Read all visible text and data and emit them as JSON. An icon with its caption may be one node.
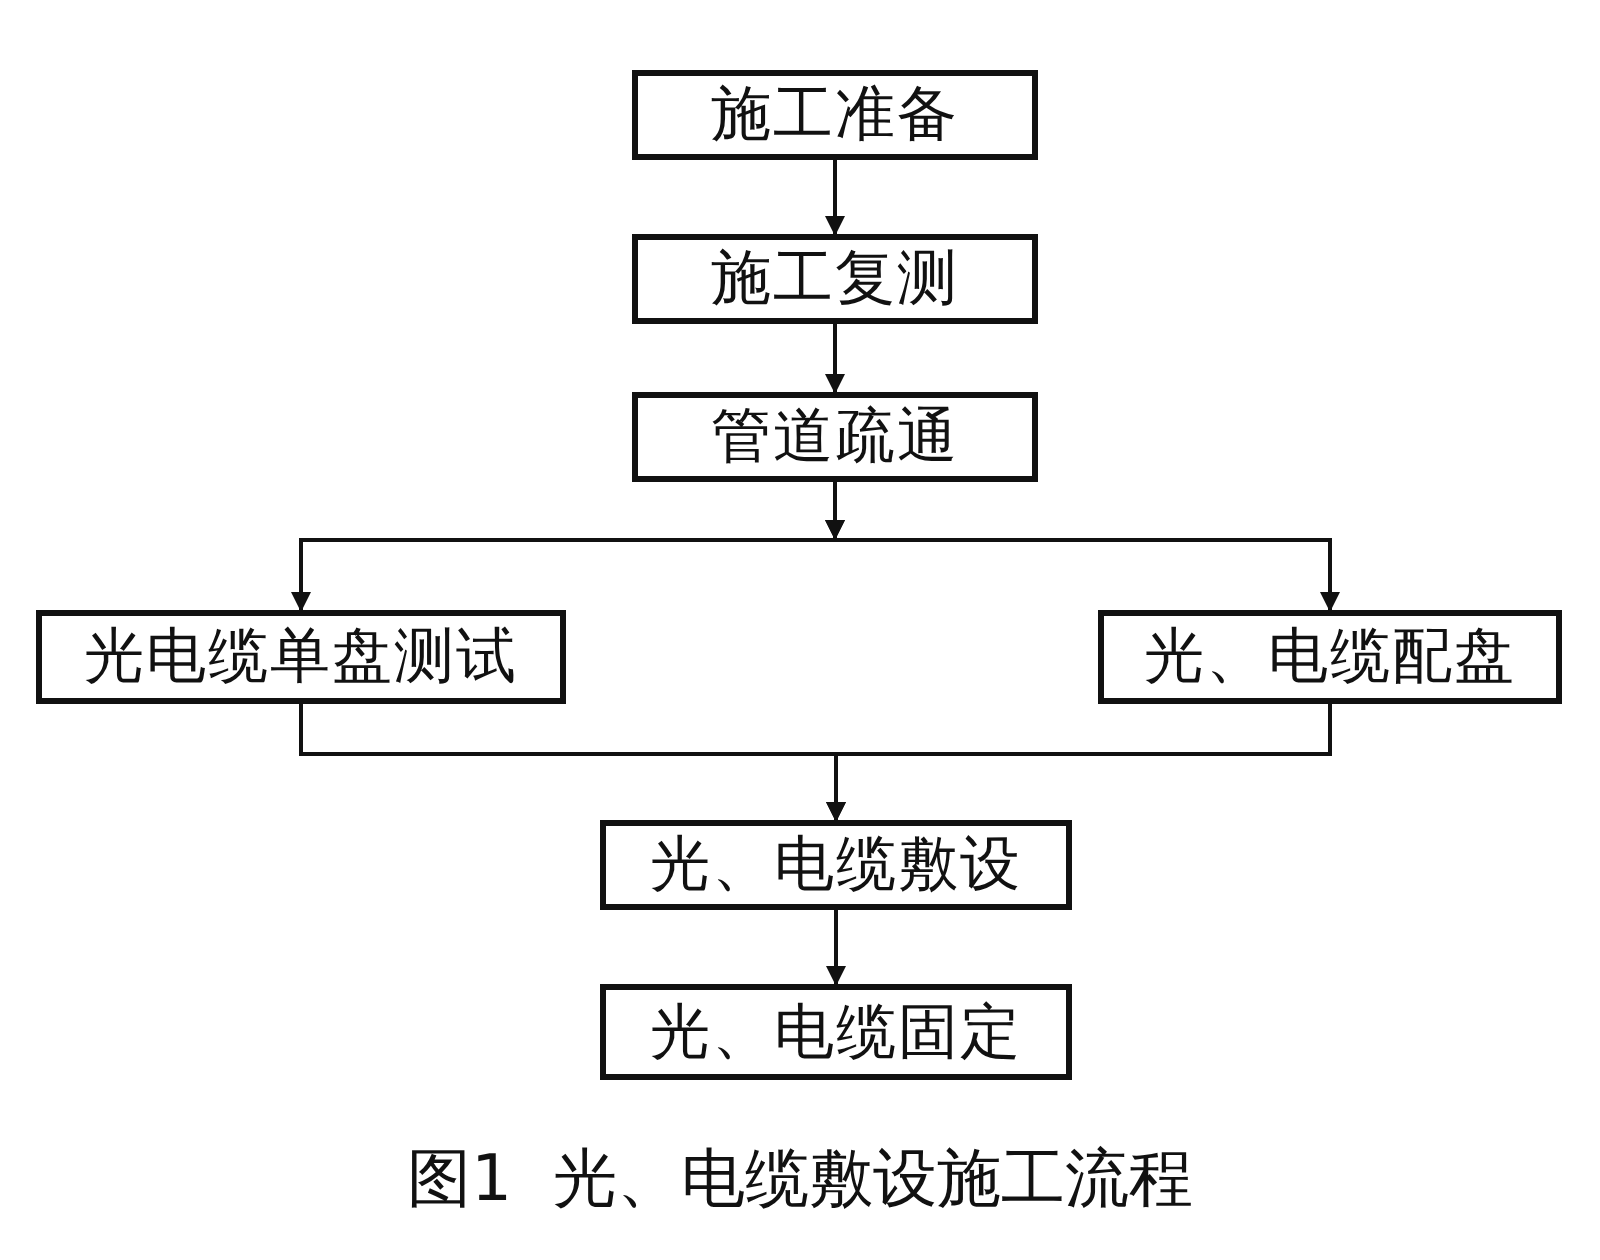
{
  "diagram": {
    "caption": "图1  光、电缆敷设施工流程",
    "nodes": [
      {
        "text": [
          "施工准备"
        ]
      },
      {
        "text": [
          "施工复测"
        ]
      },
      {
        "text": [
          "管道疏通"
        ]
      },
      {
        "text": [
          "光电缆单盘测试"
        ]
      },
      {
        "text": [
          "光、电缆配盘"
        ]
      },
      {
        "text": [
          "光、电缆敷设"
        ]
      },
      {
        "text": [
          "光、电缆固定"
        ]
      }
    ],
    "edges": [
      {
        "from": 0,
        "to": 1,
        "arrow": "to"
      },
      {
        "from": 1,
        "to": 2,
        "arrow": "to"
      },
      {
        "from": 2,
        "to": 3,
        "arrow": "to"
      },
      {
        "from": 2,
        "to": 4,
        "arrow": "to"
      },
      {
        "from": 3,
        "to": 5,
        "arrow": "to"
      },
      {
        "from": 4,
        "to": 5,
        "arrow": "to"
      },
      {
        "from": 5,
        "to": 6,
        "arrow": "to"
      }
    ]
  }
}
